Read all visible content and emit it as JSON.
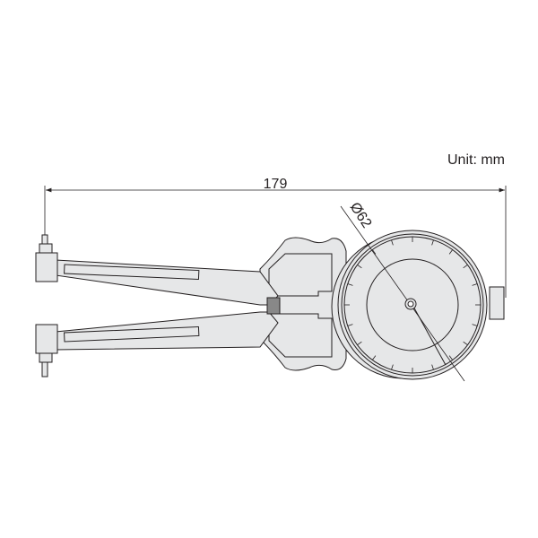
{
  "unit_label": "Unit: mm",
  "dimensions": {
    "overall_length": "179",
    "dial_diameter": "Ø62"
  },
  "colors": {
    "body_fill": "#e6e7e8",
    "outline": "#231f20",
    "background": "#ffffff"
  }
}
